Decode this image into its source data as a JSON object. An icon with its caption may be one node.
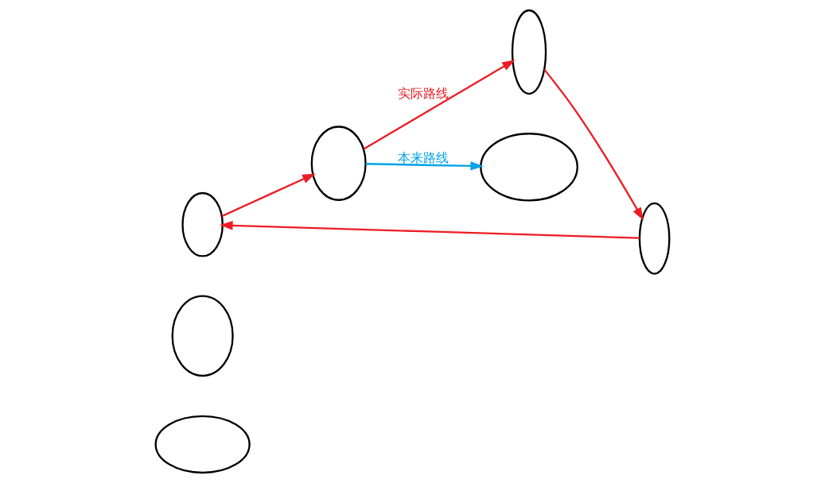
{
  "diagram": {
    "nodes": [
      {
        "text": [],
        "shape": "ellipse"
      },
      {
        "text": [],
        "shape": "ellipse"
      },
      {
        "text": [],
        "shape": "ellipse"
      },
      {
        "text": [],
        "shape": "ellipse"
      },
      {
        "text": [],
        "shape": "ellipse"
      },
      {
        "text": [],
        "shape": "ellipse"
      },
      {
        "text": [],
        "shape": "ellipse"
      }
    ],
    "edges": [
      {
        "from": 2,
        "to": 5,
        "arrow": "to"
      },
      {
        "from": 5,
        "to": 4,
        "arrow": "to",
        "label": "实际路线"
      },
      {
        "from": 4,
        "to": 3,
        "arrow": "to"
      },
      {
        "from": 3,
        "to": 2,
        "arrow": "to"
      },
      {
        "from": 5,
        "to": 6,
        "arrow": "to",
        "label": "本来路线",
        "color": "#00a2e8"
      }
    ]
  }
}
